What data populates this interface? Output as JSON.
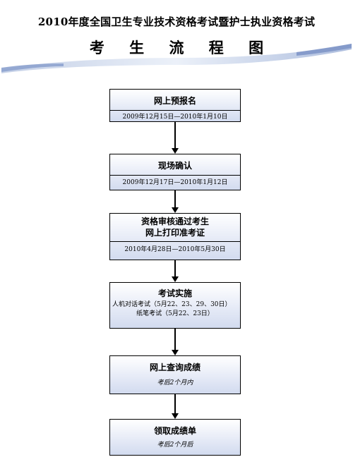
{
  "header": {
    "title": "2010年度全国卫生专业技术资格考试暨护士执业资格考试",
    "subtitle": "考 生 流 程 图"
  },
  "steps": [
    {
      "title": "网上预报名",
      "lines": [
        "2009年12月15日—2010年1月10日"
      ]
    },
    {
      "title": "现场确认",
      "lines": [
        "2009年12月17日—2010年1月12日"
      ]
    },
    {
      "title": "资格审核通过考生\n网上打印准考证",
      "lines": [
        "2010年4月28日—2010年5月30日"
      ]
    },
    {
      "title": "考试实施",
      "lines": [
        "人机对话考试（5月22、23、29、30日）",
        "纸笔考试（5月22、23日）"
      ]
    },
    {
      "title": "网上查询成绩",
      "lines": [
        "考后2个月内"
      ]
    },
    {
      "title": "领取成绩单",
      "lines": [
        "考后2个月后"
      ]
    }
  ]
}
